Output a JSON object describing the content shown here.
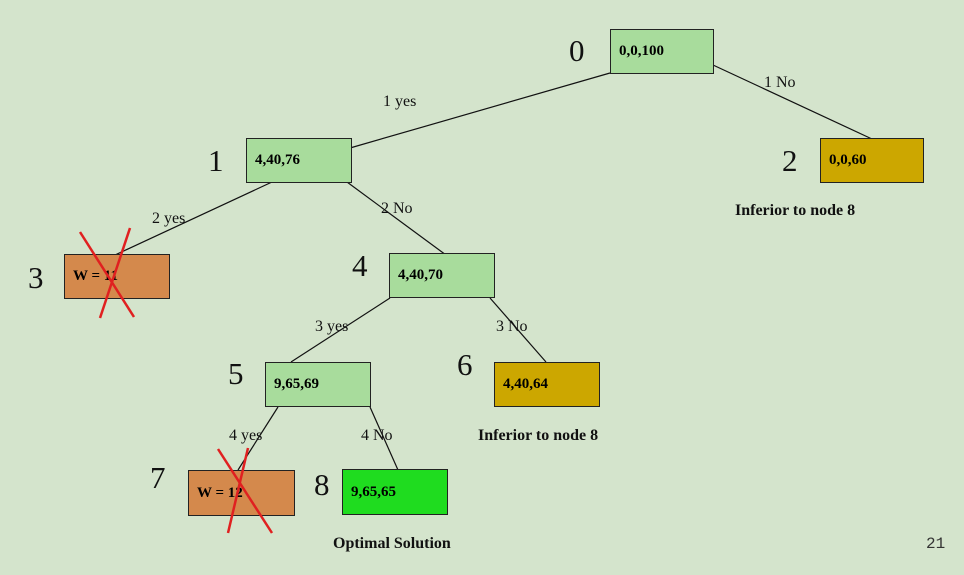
{
  "nodes": {
    "n0": {
      "number": "0",
      "value": "0,0,100"
    },
    "n1": {
      "number": "1",
      "value": "4,40,76"
    },
    "n2": {
      "number": "2",
      "value": "0,0,60"
    },
    "n3": {
      "number": "3",
      "value": "W = 11"
    },
    "n4": {
      "number": "4",
      "value": "4,40,70"
    },
    "n5": {
      "number": "5",
      "value": "9,65,69"
    },
    "n6": {
      "number": "6",
      "value": "4,40,64"
    },
    "n7": {
      "number": "7",
      "value": "W = 12"
    },
    "n8": {
      "number": "8",
      "value": "9,65,65"
    }
  },
  "edges": {
    "e01": "1 yes",
    "e02": "1 No",
    "e13": "2 yes",
    "e14": "2 No",
    "e45": "3 yes",
    "e46": "3 No",
    "e57": "4 yes",
    "e58": "4 No"
  },
  "notes": {
    "n2_note": "Inferior to node 8",
    "n6_note": "Inferior to node 8",
    "n8_note": "Optimal Solution"
  },
  "colors": {
    "active": "#a8dc9c",
    "inferior": "#cca700",
    "infeasible": "#d4894c",
    "optimal": "#1fdc1f",
    "cross": "#e02020"
  },
  "slide_number": "21"
}
